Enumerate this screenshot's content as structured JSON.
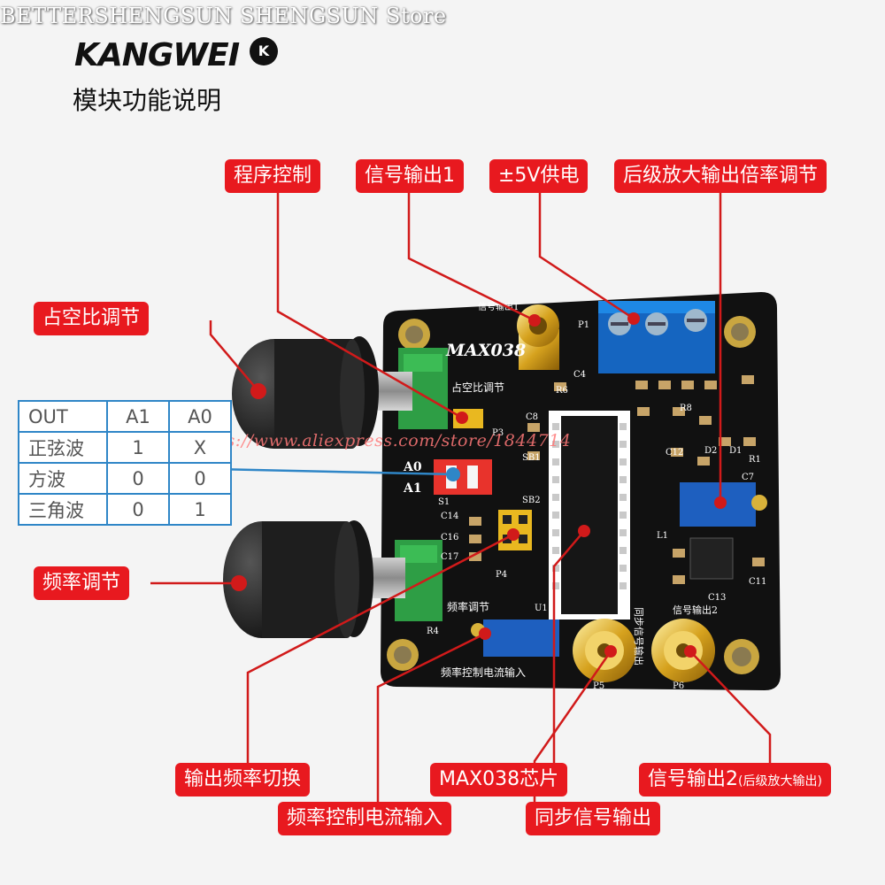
{
  "store_watermark": "BETTERSHENGSUN SHENGSUN Store",
  "brand": {
    "name": "KANGWEI",
    "mark": "K"
  },
  "title": "模块功能说明",
  "url_watermark": "https://www.aliexpress.com/store/1844714",
  "board": {
    "chip_label": "MAX038",
    "silk": {
      "duty_adjust": "占空比调节",
      "freq_adjust": "频率调节",
      "freq_current_in": "频率控制电流输入",
      "out1": "信号输出1",
      "out2": "信号输出2",
      "sync_out": "同步信号输出",
      "a0": "A0",
      "a1": "A1",
      "refs": [
        "P1",
        "P3",
        "P4",
        "P5",
        "P6",
        "R4",
        "R6",
        "R8",
        "R1",
        "C4",
        "C8",
        "C12",
        "C14",
        "C16",
        "C17",
        "C7",
        "C11",
        "C13",
        "D1",
        "D2",
        "S1",
        "SB1",
        "SB2",
        "U1",
        "L1"
      ]
    }
  },
  "labels": {
    "program_control": "程序控制",
    "signal_out_1": "信号输出1",
    "power": "±5V供电",
    "gain_adjust": "后级放大输出倍率调节",
    "duty_adjust": "占空比调节",
    "freq_adjust": "频率调节",
    "freq_switch": "输出频率切换",
    "freq_current_input": "频率控制电流输入",
    "chip": "MAX038芯片",
    "sync_out": "同步信号输出",
    "signal_out_2": "信号输出2",
    "signal_out_2_note": "(后级放大输出)"
  },
  "truth_table": {
    "headers": [
      "OUT",
      "A1",
      "A0"
    ],
    "rows": [
      [
        "正弦波",
        "1",
        "X"
      ],
      [
        "方波",
        "0",
        "0"
      ],
      [
        "三角波",
        "0",
        "1"
      ]
    ]
  },
  "colors": {
    "label_red": "#e8191f",
    "leader_red": "#d11a1a",
    "table_blue": "#2f86c7",
    "pcb": "#111111"
  }
}
